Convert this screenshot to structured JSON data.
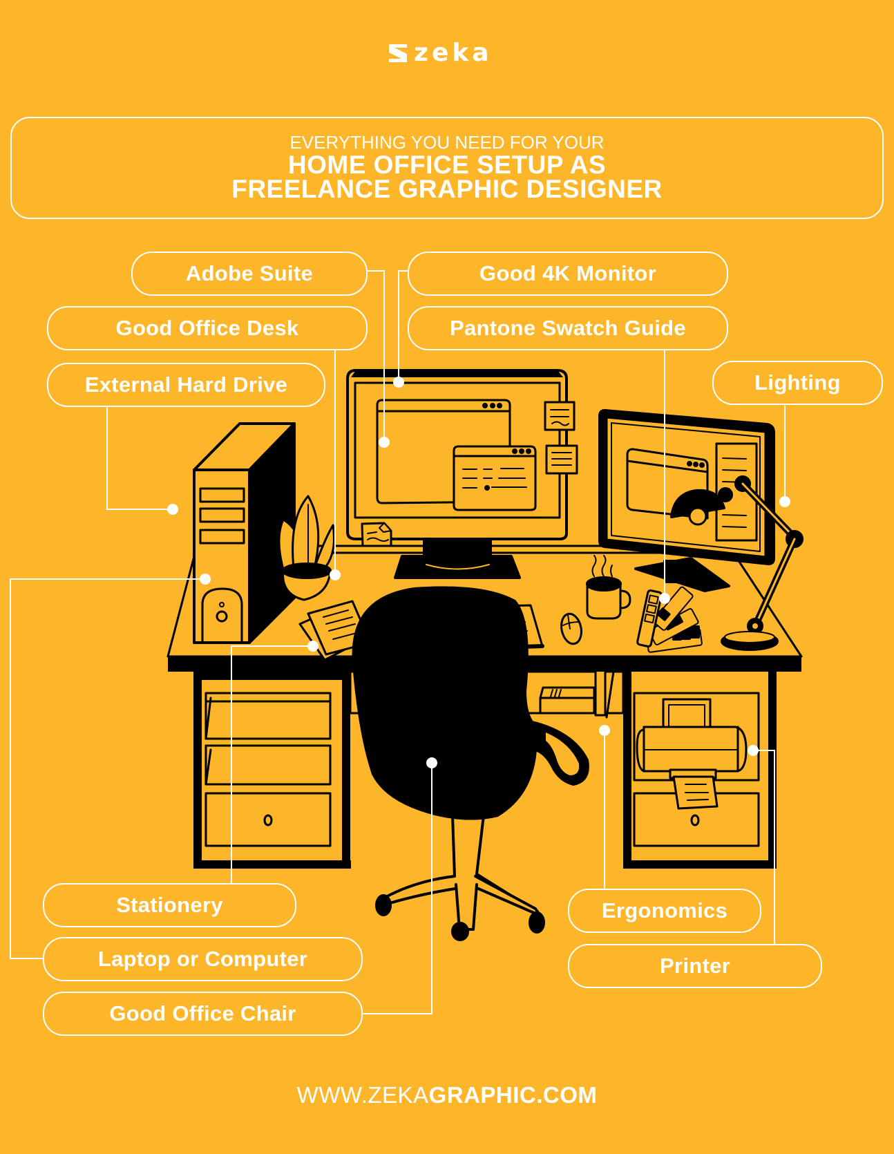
{
  "brand": {
    "logo_text": "zeka",
    "logo_icon": "zeka-mark-icon",
    "background_color": "#FDB52A",
    "foreground_color": "#FFFFFF",
    "ink_color": "#000000"
  },
  "header": {
    "subtitle": "EVERYTHING YOU NEED FOR YOUR",
    "title_line1": "HOME OFFICE SETUP AS",
    "title_line2": "FREELANCE GRAPHIC DESIGNER"
  },
  "labels": {
    "adobe_suite": "Adobe Suite",
    "good_4k_monitor": "Good 4K Monitor",
    "good_office_desk": "Good Office Desk",
    "pantone_swatch_guide": "Pantone Swatch Guide",
    "external_hard_drive": "External Hard Drive",
    "lighting": "Lighting",
    "stationery": "Stationery",
    "laptop_or_computer": "Laptop or Computer",
    "good_office_chair": "Good Office Chair",
    "ergonomics": "Ergonomics",
    "printer": "Printer"
  },
  "illustration": {
    "items": [
      "pc-tower",
      "plant-pot",
      "main-monitor",
      "sticky-notes",
      "second-monitor",
      "desk-lamp",
      "coffee-mug",
      "pantone-swatches",
      "keyboard",
      "mouse",
      "papers",
      "office-chair",
      "desk",
      "left-drawers",
      "right-cabinet",
      "printer",
      "books"
    ]
  },
  "footer": {
    "url_light": "WWW.ZEKA",
    "url_bold": "GRAPHIC.COM"
  }
}
